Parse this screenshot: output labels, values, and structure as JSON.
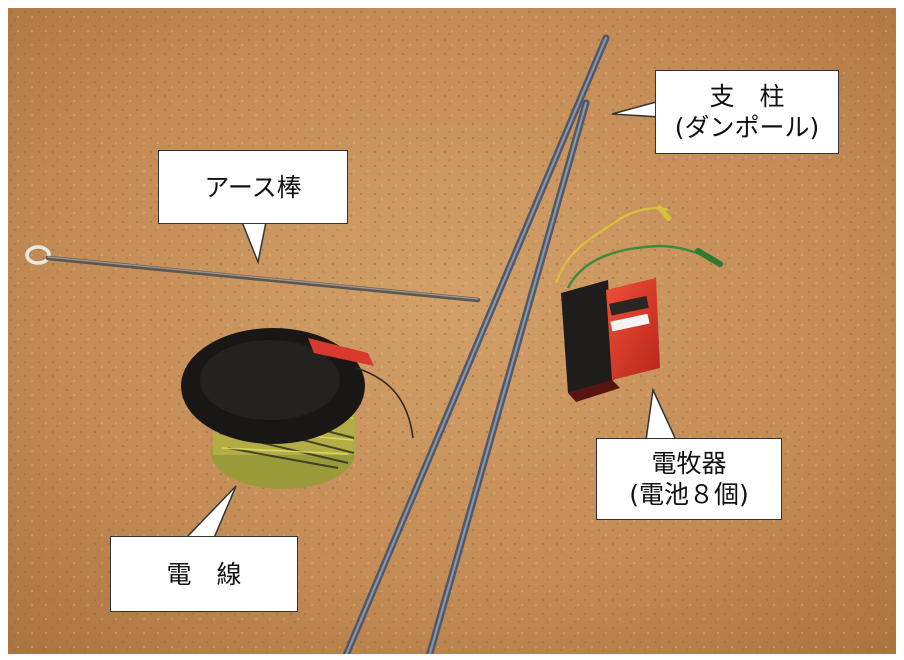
{
  "labels": {
    "pole_line1": "支　柱",
    "pole_line2": "(ダンポール)",
    "earth_rod": "アース棒",
    "device_line1": "電牧器",
    "device_line2": "(電池８個)",
    "wire": "電　線"
  },
  "colors": {
    "ground": "#c9935a",
    "callout_bg": "#ffffff",
    "callout_border": "#333333",
    "device_red": "#e23a2a",
    "wire_yellow": "#c8c24a"
  },
  "icons": {
    "earth_rod": "rod-with-ring",
    "wire_reel": "spool",
    "energizer": "red-box",
    "poles": "long-rods"
  }
}
